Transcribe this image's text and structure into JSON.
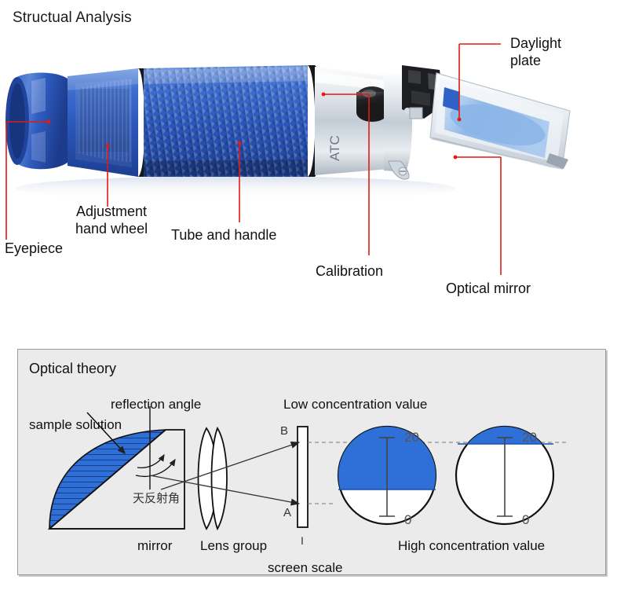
{
  "header": {
    "title": "Structual Analysis"
  },
  "device": {
    "body_color": "#2f5fc4",
    "accent_color": "#cfd6dd",
    "leader_color": "#e11b13",
    "printed_text": "ATC",
    "callouts": [
      {
        "id": "eyepiece",
        "label": "Eyepiece"
      },
      {
        "id": "adjustment",
        "label": "Adjustment\nhand wheel"
      },
      {
        "id": "tube-handle",
        "label": "Tube and handle"
      },
      {
        "id": "calibration",
        "label": "Calibration"
      },
      {
        "id": "daylight-plate",
        "label": "Daylight\nplate"
      },
      {
        "id": "optical-mirror",
        "label": "Optical mirror"
      }
    ]
  },
  "optical_panel": {
    "title": "Optical theory",
    "background": "#ebebeb",
    "border_color": "#9a9a9a",
    "fill_color": "#2f6fd8",
    "labels": {
      "sample_solution": "sample solution",
      "reflection_angle": "reflection angle",
      "reflection_angle_cjk": "天反射角",
      "mirror": "mirror",
      "lens_group": "Lens group",
      "screen_scale": "screen scale",
      "low_concentration": "Low concentration value",
      "high_concentration": "High concentration value",
      "ray_b": "B",
      "ray_a": "A",
      "screen_mark": "I",
      "scale_top": "20",
      "scale_bottom": "0"
    },
    "readouts": [
      {
        "name": "low-concentration-circle",
        "fill_fraction": 0.62,
        "top_tick": "20",
        "bottom_tick": "0"
      },
      {
        "name": "high-concentration-circle",
        "fill_fraction": 0.16,
        "top_tick": "20",
        "bottom_tick": "0"
      }
    ]
  }
}
